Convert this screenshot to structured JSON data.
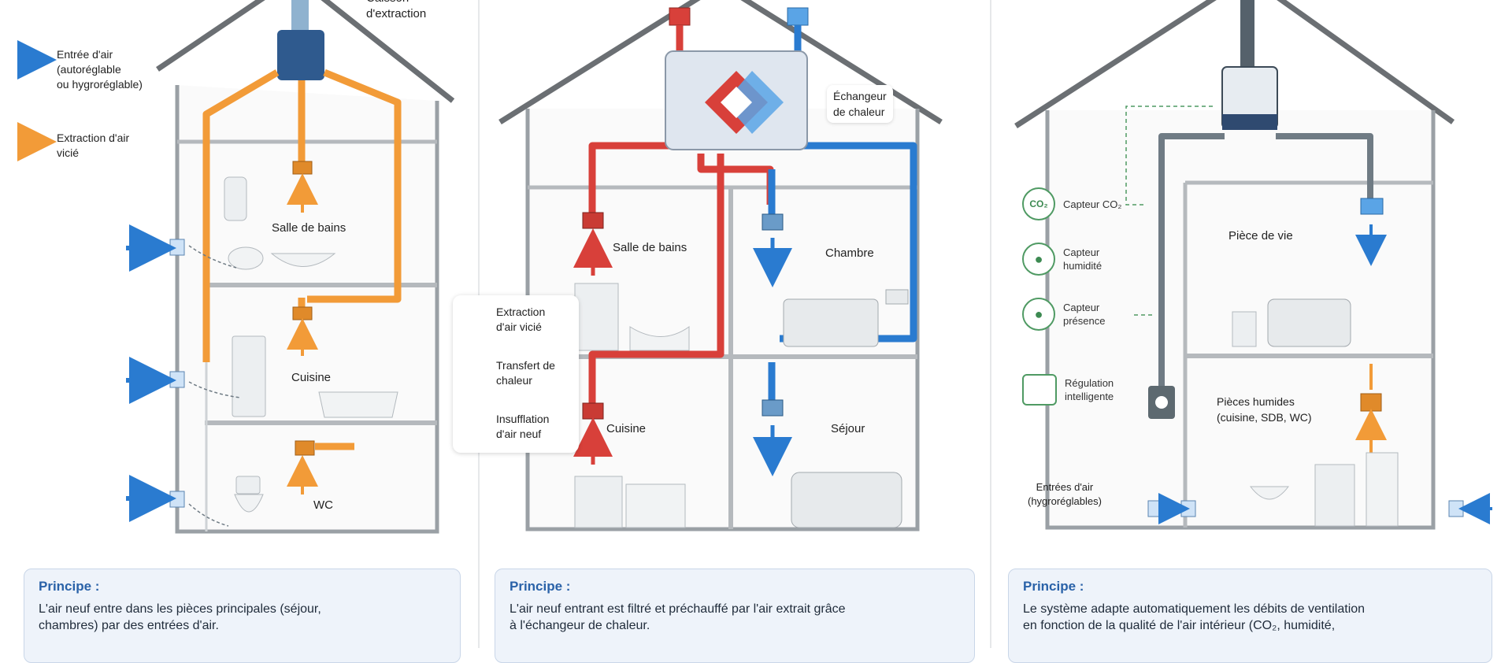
{
  "panel1": {
    "top_label": "Caisson\nd'extraction",
    "legend": [
      {
        "text": "Entrée d'air\n(autoréglable\nou hygroréglable)",
        "color": "#2a7bd0"
      },
      {
        "text": "Extraction d'air\nvicié",
        "color": "#f29b38"
      }
    ],
    "rooms": [
      "Salle de bains",
      "Cuisine",
      "WC"
    ],
    "principe_title": "Principe :",
    "principe_text": "L'air neuf entre dans les pièces principales (séjour,\nchambres) par des entrées d'air."
  },
  "panel2": {
    "exchanger_label": "Échangeur\nde chaleur",
    "legend": [
      {
        "text": "Extraction\nd'air vicié",
        "color": "#d8403a"
      },
      {
        "text": "Transfert de\nchaleur",
        "color": "#f29b38"
      },
      {
        "text": "Insufflation\nd'air neuf",
        "color": "#2a7bd0"
      }
    ],
    "rooms": [
      "Salle de bains",
      "Chambre",
      "Cuisine",
      "Séjour"
    ],
    "principe_title": "Principe :",
    "principe_text": "L'air neuf entrant est filtré et préchauffé par l'air extrait grâce\nà l'échangeur de chaleur."
  },
  "panel3": {
    "sensors": [
      {
        "icon": "co2-icon",
        "text": "Capteur CO₂",
        "glyph": "CO₂"
      },
      {
        "icon": "humidity-icon",
        "text": "Capteur\nhumidité",
        "glyph": "●"
      },
      {
        "icon": "presence-icon",
        "text": "Capteur\nprésence",
        "glyph": "●"
      }
    ],
    "regulation": "Régulation\nintelligente",
    "rooms": [
      "Pièce de vie",
      "Pièces humides\n(cuisine, SDB, WC)"
    ],
    "inlets_label": "Entrées d'air\n(hygroréglables)",
    "principe_title": "Principe :",
    "principe_text": "Le système adapte automatiquement les débits de ventilation\nen fonction de la qualité de l'air intérieur (CO₂, humidité,"
  },
  "colors": {
    "extract_orange": "#f29b38",
    "extract_red": "#d8403a",
    "supply_blue": "#2a7bd0",
    "duct_grey": "#6f7b84",
    "sensor_green": "#4f9a63"
  }
}
